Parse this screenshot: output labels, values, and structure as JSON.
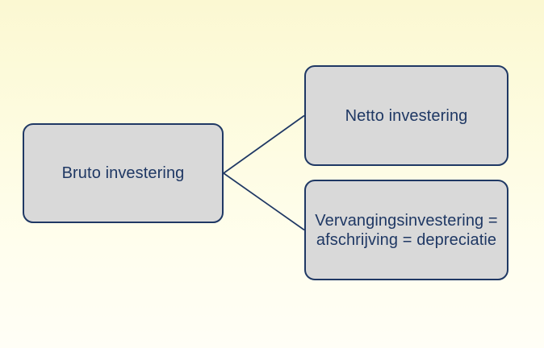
{
  "colors": {
    "bg-top": "#FBF8D2",
    "bg-bottom": "#FFFEF6",
    "node-fill": "#D9D9D9",
    "node-border": "#1F3864",
    "text-color": "#1F3864",
    "connector": "#1F3864"
  },
  "diagram": {
    "nodes": {
      "root": {
        "label": "Bruto investering"
      },
      "netto": {
        "label": "Netto investering"
      },
      "vervanging": {
        "lines": [
          "Vervangingsinvestering =",
          "afschrijving = depreciatie"
        ]
      }
    }
  }
}
